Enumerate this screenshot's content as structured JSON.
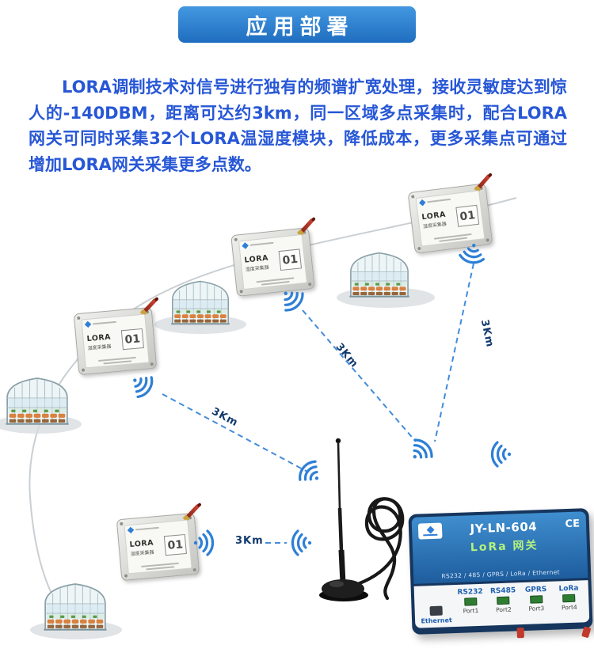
{
  "header": {
    "title": "应用部署"
  },
  "intro": {
    "paragraph": "LORA调制技术对信号进行独有的频谱扩宽处理，接收灵敏度达到惊人的-140DBM，距离可达约3km，同一区域多点采集时，配合LORA网关可同时采集32个LORA温湿度模块，降低成本，更多采集点可通过增加LORA网关采集更多点数。"
  },
  "labels": {
    "distance": "3Km"
  },
  "module": {
    "product": "LORA",
    "subtitle": "湿度采集器",
    "number": "01"
  },
  "gateway": {
    "model": "JY-LN-604",
    "name": "LoRa 网关",
    "ce": "CE",
    "features": "RS232 / 485 / GPRS / LoRa / Ethernet",
    "ethernet": "Ethernet",
    "ports": [
      {
        "type": "RS232",
        "port": "Port1"
      },
      {
        "type": "RS485",
        "port": "Port2"
      },
      {
        "type": "GPRS",
        "port": "Port3"
      },
      {
        "type": "LoRa",
        "port": "Port4"
      }
    ]
  },
  "colors": {
    "accent": "#2e7fd6",
    "intro_text": "#2757d6",
    "gateway_green": "#b4f07c"
  }
}
